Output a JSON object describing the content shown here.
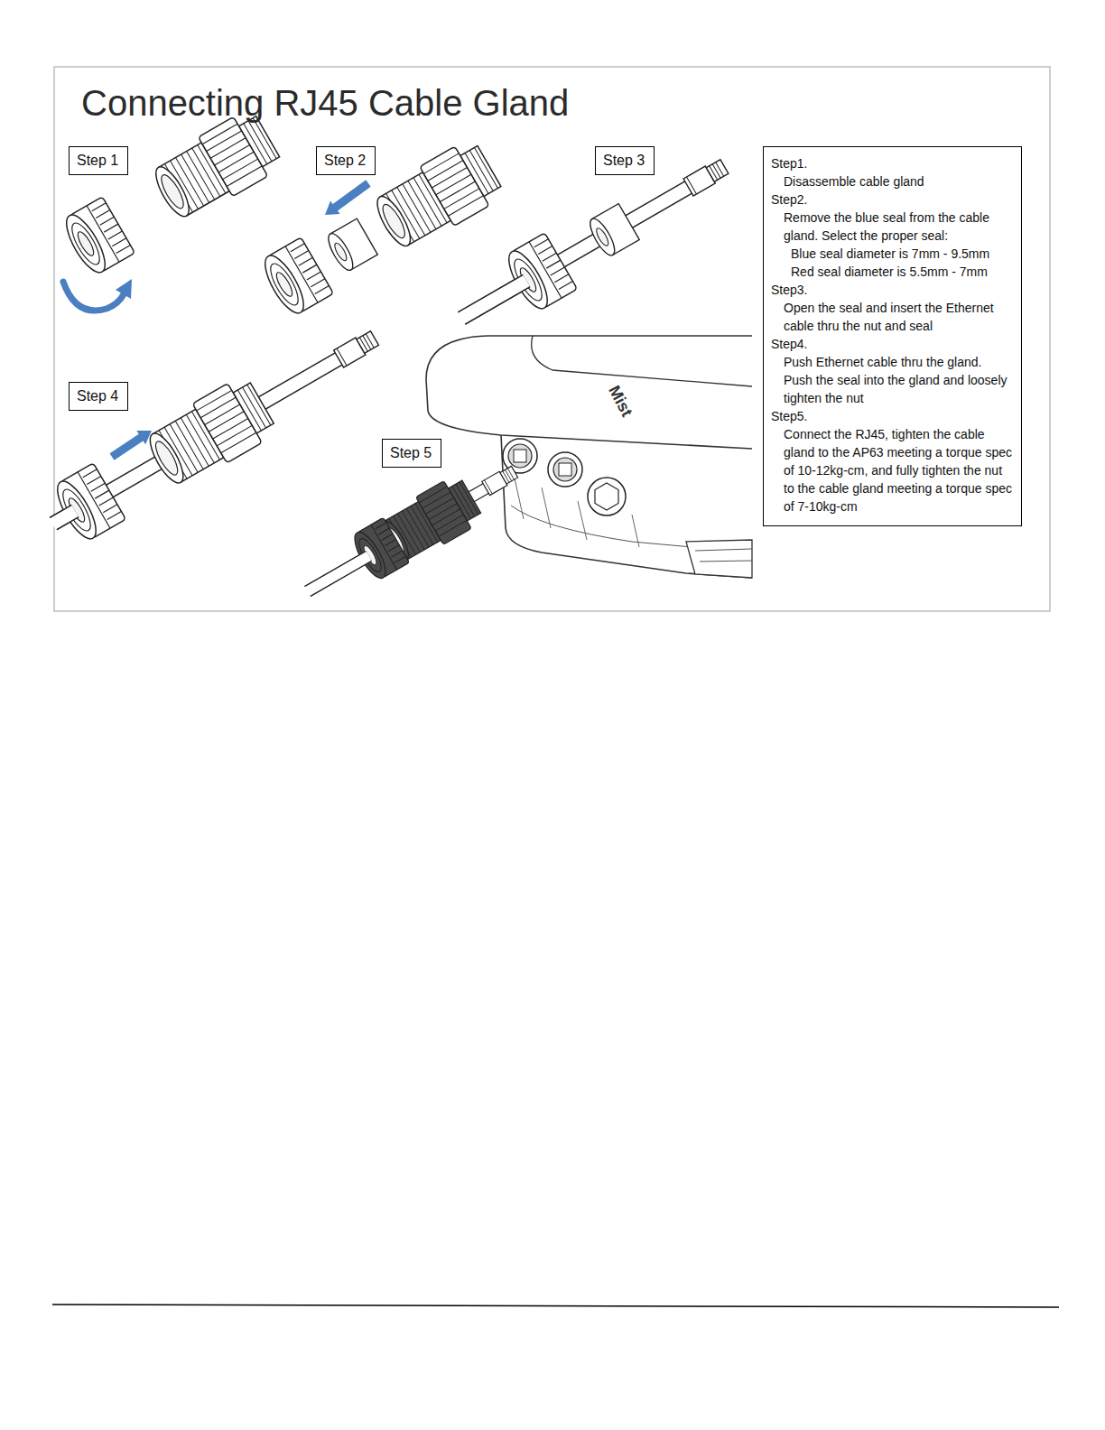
{
  "diagram": {
    "title": "Connecting RJ45 Cable Gland",
    "nodes": [
      {
        "text": [
          "Step 1"
        ]
      },
      {
        "text": [
          "Step 2"
        ]
      },
      {
        "text": [
          "Step 3"
        ]
      },
      {
        "text": [
          "Step1.",
          "Disassemble cable gland",
          "Step2.",
          "Remove the blue seal from the cable gland. Select the proper seal:",
          "Blue seal diameter is 7mm - 9.5mm",
          "Red seal diameter is 5.5mm - 7mm",
          "Step3.",
          "Open the seal and insert the Ethernet cable thru the nut and seal",
          "Step4.",
          "Push Ethernet cable thru the gland. Push the seal into the gland and loosely tighten the nut",
          "Step5.",
          "Connect the RJ45, tighten the cable gland to the AP63 meeting a torque spec of 10-12kg-cm, and fully tighten the nut to the cable gland meeting a torque spec of 7-10kg-cm"
        ]
      },
      {
        "text": [
          "Step 4"
        ]
      },
      {
        "text": [
          "Step 5"
        ]
      }
    ],
    "labels": [
      "Mist"
    ]
  }
}
